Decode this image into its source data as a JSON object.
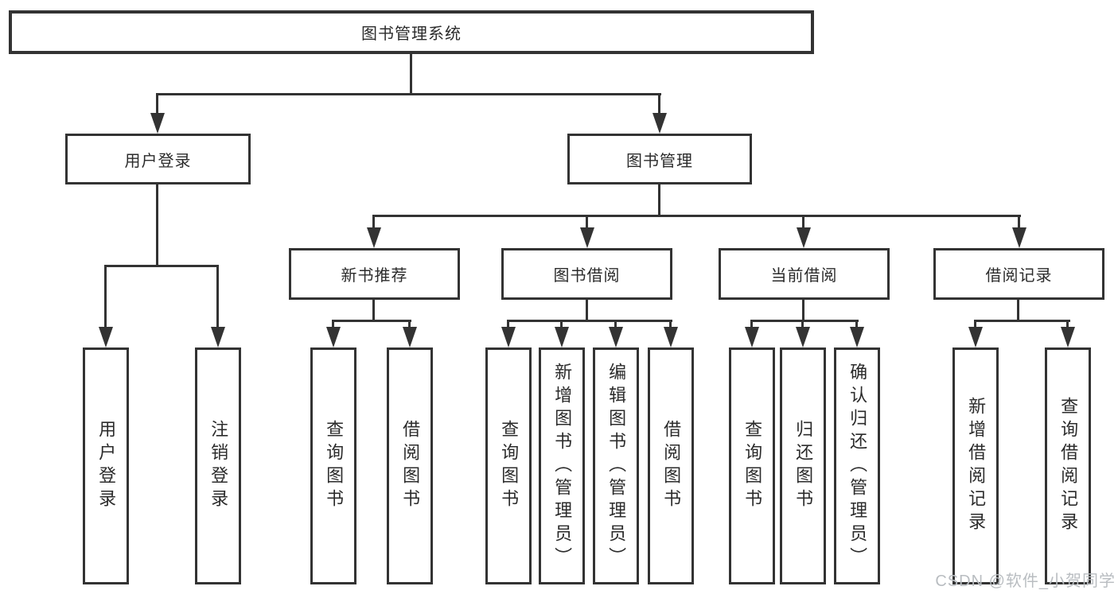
{
  "diagram": {
    "root": {
      "label": "图书管理系统"
    },
    "level2": [
      {
        "label": "用户登录"
      },
      {
        "label": "图书管理"
      }
    ],
    "level3": [
      {
        "label": "新书推荐",
        "parent": "图书管理"
      },
      {
        "label": "图书借阅",
        "parent": "图书管理"
      },
      {
        "label": "当前借阅",
        "parent": "图书管理"
      },
      {
        "label": "借阅记录",
        "parent": "图书管理"
      }
    ],
    "leaves": [
      {
        "label": "用户登录",
        "parent": "用户登录"
      },
      {
        "label": "注销登录",
        "parent": "用户登录"
      },
      {
        "label": "查询图书",
        "parent": "新书推荐"
      },
      {
        "label": "借阅图书",
        "parent": "新书推荐"
      },
      {
        "label": "查询图书",
        "parent": "图书借阅"
      },
      {
        "label": "新增图书（管理员）",
        "parent": "图书借阅"
      },
      {
        "label": "编辑图书（管理员）",
        "parent": "图书借阅"
      },
      {
        "label": "借阅图书",
        "parent": "图书借阅"
      },
      {
        "label": "查询图书",
        "parent": "当前借阅"
      },
      {
        "label": "归还图书",
        "parent": "当前借阅"
      },
      {
        "label": "确认归还（管理员）",
        "parent": "当前借阅"
      },
      {
        "label": "新增借阅记录",
        "parent": "借阅记录"
      },
      {
        "label": "查询借阅记录",
        "parent": "借阅记录"
      }
    ]
  },
  "watermark": "CSDN @软件_小贺同学",
  "colors": {
    "line": "#333333",
    "text": "#2b2b2b",
    "background": "#ffffff",
    "watermark": "#b9bdc1"
  }
}
